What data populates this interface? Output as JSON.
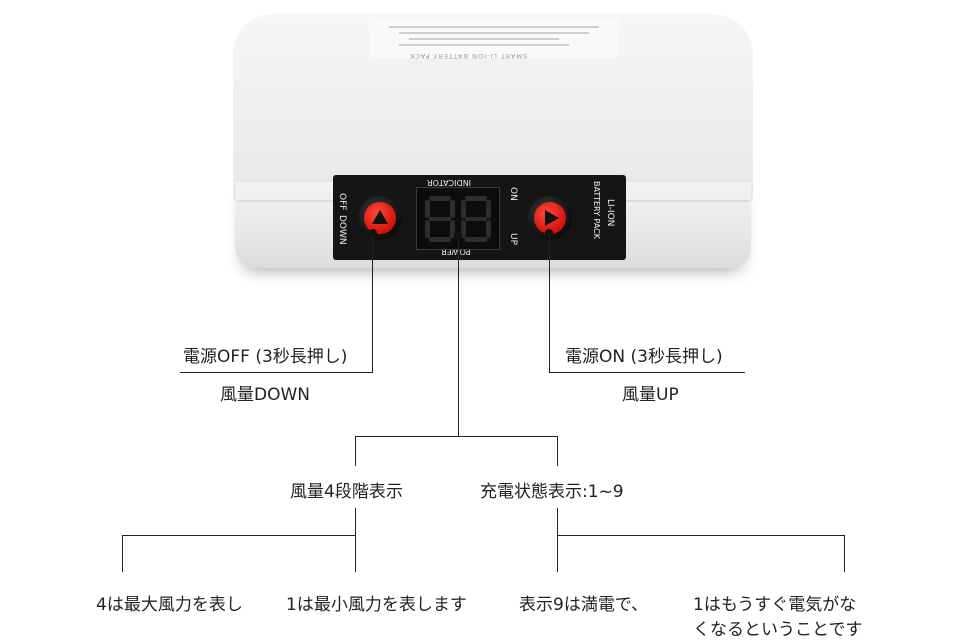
{
  "device": {
    "sticker_text": "SMART LI-ION BATTERY PACK",
    "panel": {
      "off_label": "OFF",
      "down_label": "DOWN",
      "indicator_label": "INDICATOR",
      "power_label": "POWER",
      "on_label": "ON",
      "up_label": "UP",
      "li_ion_label": "LI-ION",
      "battery_pack_label": "BATTERY PACK"
    }
  },
  "callouts": {
    "left_line1": "電源OFF (3秒長押し)",
    "left_line2": "風量DOWN",
    "right_line1": "電源ON (3秒長押し)",
    "right_line2": "風量UP",
    "mid_left": "風量4段階表示",
    "mid_right": "充電状態表示:1~9",
    "bottom1": "4は最大風力を表し",
    "bottom2": "1は最小風力を表します",
    "bottom3": "表示9は満電で、",
    "bottom4_line1": "1はもうすぐ電気がな",
    "bottom4_line2": "くなるということです"
  }
}
